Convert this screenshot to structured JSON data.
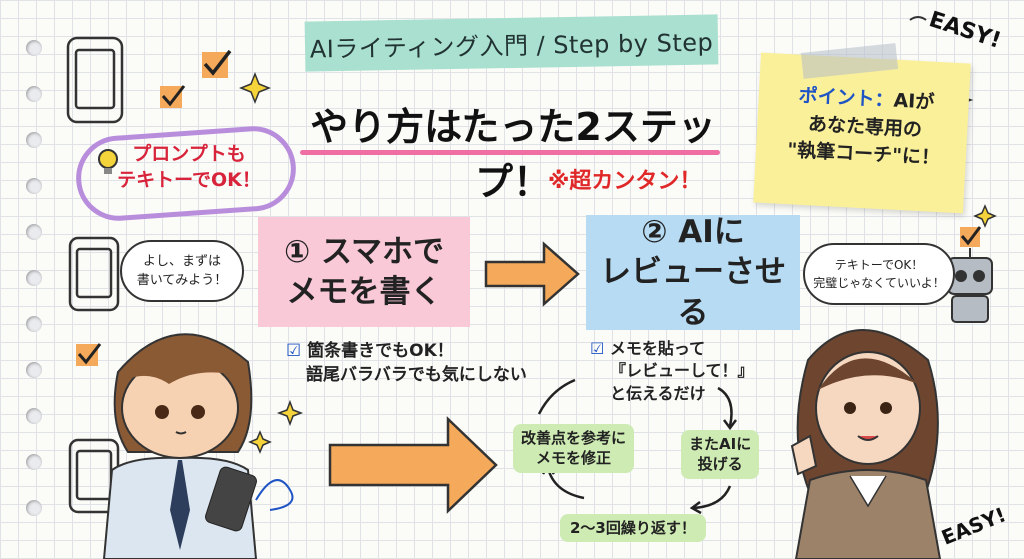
{
  "header": {
    "tape_label": "AIライティング入門 / Step by Step"
  },
  "title": {
    "main": "やり方はたった2ステップ！",
    "sub": "※超カンタン！"
  },
  "badge": {
    "line1": "プロンプトも",
    "line2": "テキトーでOK！"
  },
  "note": {
    "point_label": "ポイント：",
    "line1_rest": "AIが",
    "line2": "あなた専用の",
    "line3": "\"執筆コーチ\"に！"
  },
  "step1": {
    "line1": "① スマホで",
    "line2": "メモを書く",
    "check_line1": "箇条書きでもOK！",
    "check_line2": "語尾バラバラでも気にしない"
  },
  "step2": {
    "line1": "② AIに",
    "line2": "レビューさせる"
  },
  "cycle": {
    "item1_line1": "メモを貼って",
    "item1_line2": "『レビューして！』",
    "item1_line3": "と伝えるだけ",
    "item2_line1": "またAIに",
    "item2_line2": "投げる",
    "item3_line1": "改善点を参考に",
    "item3_line2": "メモを修正",
    "repeat": "2〜3回繰り返す！"
  },
  "speech_boy": {
    "line1": "よし、まずは",
    "line2": "書いてみよう！"
  },
  "speech_woman": {
    "line1": "テキトーでOK！",
    "line2": "完璧じゃなくていいよ！"
  },
  "easy": {
    "top": "EASY!",
    "bottom": "EASY!"
  },
  "colors": {
    "mint": "#a9e0cf",
    "pink": "#f9c9d8",
    "blue": "#b7dbf2",
    "yellow": "#fbf09a",
    "orange_arrow": "#f5a95a",
    "green": "#cdebb2",
    "accent_red": "#e02828"
  },
  "icons": [
    "phone-icon",
    "checkmark-icon",
    "sparkle-icon",
    "lightbulb-icon",
    "robot-icon",
    "arrow-right-icon",
    "cycle-arrow-icon"
  ]
}
